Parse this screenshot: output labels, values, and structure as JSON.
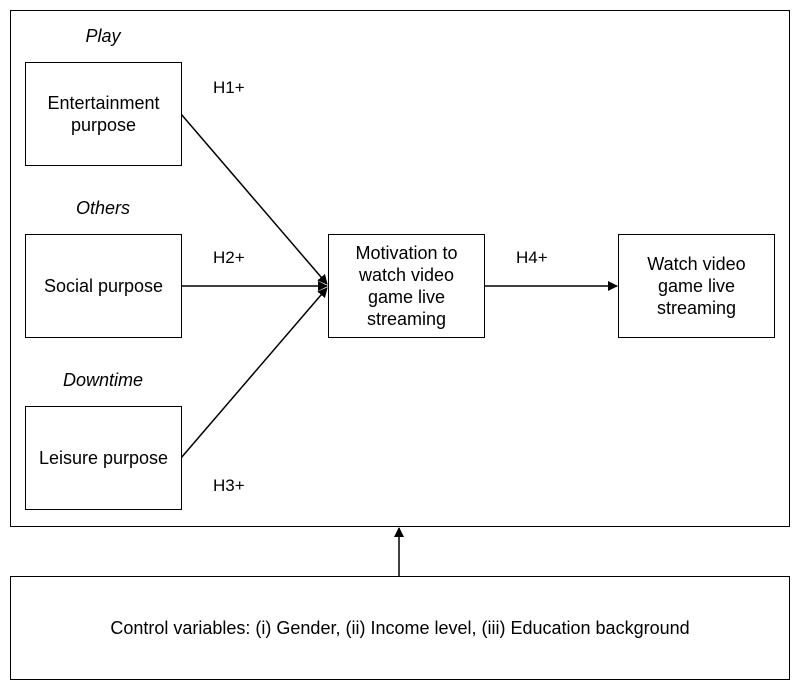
{
  "categories": {
    "play": "Play",
    "others": "Others",
    "downtime": "Downtime"
  },
  "boxes": {
    "entertainment": "Entertainment purpose",
    "social": "Social purpose",
    "leisure": "Leisure purpose",
    "motivation": "Motivation to watch video game live streaming",
    "watch": "Watch video game live streaming"
  },
  "hypotheses": {
    "h1": "H1+",
    "h2": "H2+",
    "h3": "H3+",
    "h4": "H4+"
  },
  "control": "Control variables: (i) Gender, (ii) Income level, (iii) Education background"
}
